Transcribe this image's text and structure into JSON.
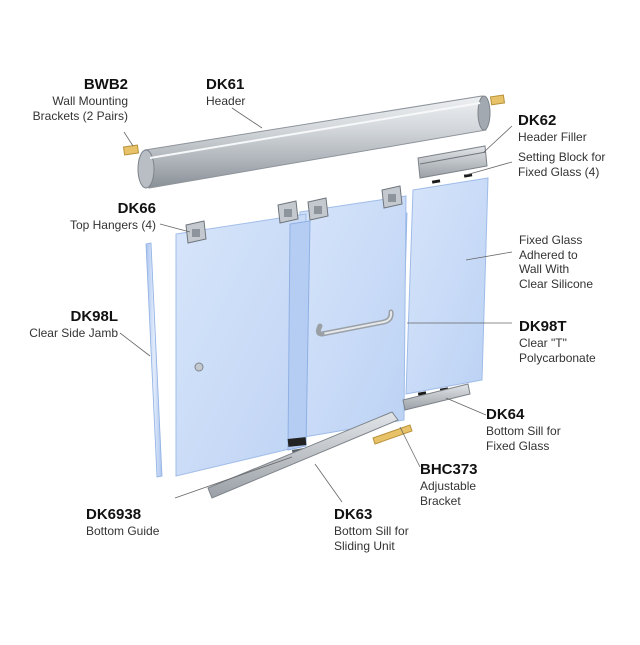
{
  "diagram": {
    "parts": [
      {
        "id": "bwb2",
        "code": "BWB2",
        "desc": "Wall Mounting\nBrackets (2 Pairs)"
      },
      {
        "id": "dk61",
        "code": "DK61",
        "desc": "Header"
      },
      {
        "id": "dk62",
        "code": "DK62",
        "desc": "Header Filler"
      },
      {
        "id": "setting-block",
        "code": "",
        "desc": "Setting Block for\nFixed Glass (4)"
      },
      {
        "id": "dk66",
        "code": "DK66",
        "desc": "Top Hangers (4)"
      },
      {
        "id": "fixed-glass",
        "code": "",
        "desc": "Fixed Glass\nAdhered to\nWall With\nClear Silicone"
      },
      {
        "id": "dk98l",
        "code": "DK98L",
        "desc": "Clear Side Jamb"
      },
      {
        "id": "dk98t",
        "code": "DK98T",
        "desc": "Clear \"T\"\nPolycarbonate"
      },
      {
        "id": "dk64",
        "code": "DK64",
        "desc": "Bottom Sill for\nFixed Glass"
      },
      {
        "id": "bhc373",
        "code": "BHC373",
        "desc": "Adjustable\nBracket"
      },
      {
        "id": "dk6938",
        "code": "DK6938",
        "desc": "Bottom Guide"
      },
      {
        "id": "dk63",
        "code": "DK63",
        "desc": "Bottom Sill for\nSliding Unit"
      }
    ]
  },
  "colors": {
    "glass": "#cfe0f8",
    "glass_edge": "#9fbce8",
    "aluminum": "#c4c9cf",
    "aluminum_dark": "#8e949b",
    "bracket": "#e8c268",
    "leader": "#666666"
  }
}
